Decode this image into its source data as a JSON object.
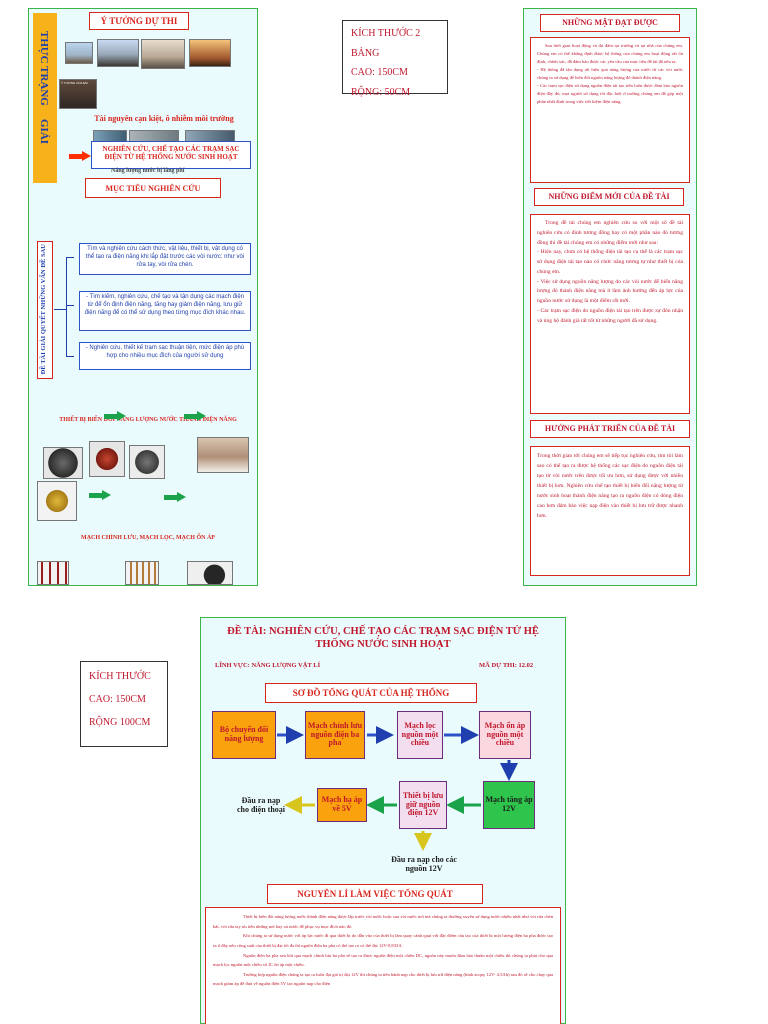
{
  "left_board": {
    "title": "Ý TƯỞNG DỰ THI",
    "side_label_top": "THỰC TRẠNG",
    "side_label_bottom": "GIẢI",
    "pollution_caption": "Tài nguyên cạn kiệt, ô nhiễm môi trường",
    "photo_caption": "Ý TƯỞNG CỦA EM",
    "project_title": "NGHIÊN CỨU, CHẾ TẠO CÁC TRẠM SẠC ĐIỆN TỪ HỆ THỐNG NƯỚC SINH HOẠT",
    "subcaption": "Năng lượng nước bị lãng phí",
    "objective_header": "MỤC TIÊU NGHIÊN CỨU",
    "vertical_group_label": "ĐỀ TÀI GIẢI QUYẾT NHỮNG VẤN ĐỀ SAU",
    "objectives": [
      "Tìm và nghiên cứu cách thức, vật liệu, thiết bị, vật dụng có thể tạo ra điện năng khi lắp đặt trước các vòi nước: như vòi rửa tay, vòi rửa chén.",
      "- Tìm kiếm, nghiên cứu, chế tạo và tận dụng các mạch điện từ để ổn định điện năng, tăng hay giảm điện năng, lưu giữ điện năng để có thể sử dụng theo từng mục đích khác nhau.",
      "- Nghiên cứu, thiết kế trạm sạc thuận tiện, mức điện áp phù hợp cho nhiều mục đích của người sử dụng"
    ],
    "converter_label": "THIẾT BỊ BIẾN ĐỔI NĂNG LƯỢNG NƯỚC THÀNH ĐIỆN NĂNG",
    "circuit_label": "MẠCH CHỈNH LƯU, MẠCH LỌC, MẠCH ỔN ÁP"
  },
  "size_box_top": {
    "line1": "KÍCH THƯỚC 2 BẢNG",
    "line2": "CAO: 150CM",
    "line3": "RỘNG: 50CM"
  },
  "size_box_bottom": {
    "line1": "KÍCH THƯỚC",
    "line2": "CAO: 150CM",
    "line3": "RỘNG 100CM"
  },
  "right_board": {
    "achievements_header": "NHỮNG MẶT ĐẠT ĐƯỢC",
    "achievements_text": [
      "Sau thời gian hoạt động và thi đấm tại trường và tại nhà của chúng em. Chúng em có thể khẳng định được hệ thống của chúng em hoạt động rất ổn định, chính xác, đã đảm bảo được các yêu cầu của mục tiêu đề tài đã nêu ra.",
      "- Hệ thống đã tận dụng rất hiệu quả năng lượng của nước từ các vòi nước chúng ta sử dụng để biến đổi nguồn năng lượng đó thành điện năng.",
      "- Các trạm sạc điện sử dụng nguồn điện tái tạo trên luôn được đảm bảo nguồn điện đầy đủ, mọi người sử dụng tốt đặc biệt ở trường chúng em đã góp một phần nhất định trong việc tiết kiệm điện năng."
    ],
    "new_points_header": "NHỮNG ĐIỂM MỚI CỦA ĐỀ TÀI",
    "new_points_text": [
      "Trong đề tài chúng em nghiên cứu so với một số đề tài nghiên cứu có đinh tương đồng hay có một phần nào đó tương đồng thì đề tài chúng em có những điểm mới như sau:",
      "- Hiện nay, chưa có hệ thống điện tái tạo cụ thể là các trạm sạc sử dụng điện tái tạo nào có chức năng tương tự như thiết bị của chúng em.",
      "- Việc sử dụng nguồn năng lượng do các vòi nước để biến năng lượng đó thành điện năng mà ít làm ảnh hưởng đến áp lực của nguồn nước sử dụng là một điểm rất mới.",
      "- Các trạm sạc điện do nguồn điện tái tạo trên được sự đón nhận và ủng hộ đánh giá rất tốt từ những người đã sử dụng."
    ],
    "development_header": "HƯỚNG PHÁT TRIỂN CỦA ĐỀ TÀI",
    "development_text": "Trong thời gian tới chúng em sẽ tiếp tục nghiên cứu, tìm tòi làm sao có thể tạo ra được hệ thống các sạc điện do nguồn điện tái tạo từ vòi nước trên được tối ưu hơn, sử dụng được với nhiều thiết bị hơn. Nghiên cứu chế tạo thiết bị biến đổi năng lượng từ nước sinh hoạt thành điện năng tạo ra nguồn điện có dòng điện cao hơn đảm bảo việc nạp điện vào thiết bị lưu trữ được nhanh hơn."
  },
  "bottom_board": {
    "title_prefix": "ĐỀ TÀI:",
    "title_line1": "NGHIÊN CỨU, CHẾ TẠO CÁC TRẠM SẠC  ĐIỆN TỬ HỆ",
    "title_line2": "THỐNG NƯỚC SINH HOẠT",
    "field_label": "LĨNH VỰC: NĂNG LƯỢNG VẬT LÍ",
    "code_label": "MÃ DỰ THI: 12.02",
    "diagram_header": "SƠ ĐỒ TỔNG QUÁT CỦA HỆ THỐNG",
    "nodes": {
      "n1": "Bộ chuyển đổi năng lượng",
      "n2": "Mạch chỉnh lưu nguồn điện ba pha",
      "n3": "Mạch lọc nguồn một chiều",
      "n4": "Mạch ổn áp nguồn một chiều",
      "n5": "Mạch tăng áp 12V",
      "n6": "Thiết bị lưu giữ nguồn điện 12V",
      "n7": "Mạch hạ áp về 5V",
      "n8": "Đầu ra nạp cho điện thoại",
      "n9": "Đầu ra nạp cho các nguồn 12V"
    },
    "principle_header": "NGUYÊN LÍ LÀM VIỆC TỔNG QUÁT",
    "principle_text": [
      "Thiết bị biến đổi năng lượng nước thành điện năng được lắp trước vòi nước hoặc sau vòi nước nơi mà chúng ta thường xuyên sử dụng nước nhiều nhất như vòi rửa chén bát, vòi rửa tay ưu tiên những nơi hay xả nước để phục vụ mục đích nào đó.",
      "Khi chúng ta sử dụng nước với áp lực nước đi qua thiết bị do dẫn vào của thiết bị làm quay cánh quạt với đặc điểm cấu tạo của thiết bị một lượng điện ba pha được tạo ra ở đây nếu công suất của thiết bị đạt tối đa thì nguồn điện ba pha có thể tạo ra có thể đạt 12V-0,833A.",
      "Nguồn điện ba pha sau khi qua mạch chỉnh lưu ba pha sẽ tạo ra được nguồn điện một chiều DC, nguồn này muốn đảm bảo thuần một chiều thì chúng ta phải cho qua mạch lọc nguồn một chiều và IC ổn áp một chiều.",
      "Trường hợp nguồn điện chúng ta tạo ra luôn đạt giá trị đạt 12V thì chúng ta tiến hành nạp cho thiết bị lưu trữ điện năng (bình acquy 12V- 4,5Ah) sau đó sẽ cho chạy qua mạch giảm áp để đưa về nguồn điện 5V tạo nguồn nạp cho điện"
    ]
  },
  "colors": {
    "board_bg": "#e9fbfd",
    "board_border": "#39b54a",
    "red": "#d7261e",
    "blue": "#1f3fae",
    "orange": "#f7b21a"
  }
}
